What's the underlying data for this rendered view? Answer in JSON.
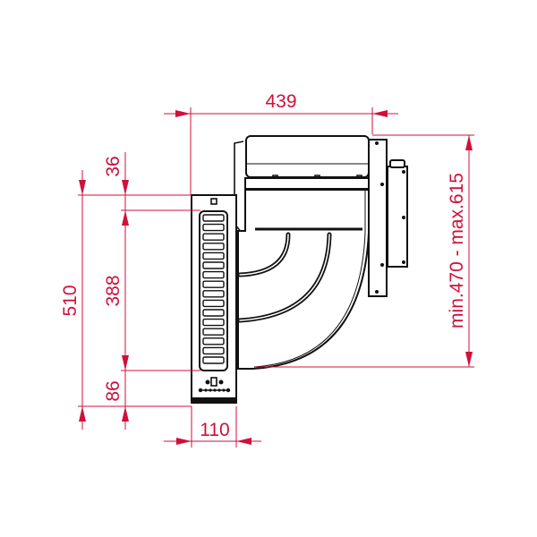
{
  "drawing": {
    "title": "Hood technical dimension drawing",
    "units": "mm",
    "accent_color": "#d0103a",
    "line_color": "#111111",
    "dimensions": {
      "width_top": "439",
      "top_offset": "36",
      "total_height": "510",
      "panel_height": "388",
      "bottom_offset": "86",
      "panel_width": "110",
      "adjustable_height": "min.470 - max.615"
    }
  }
}
